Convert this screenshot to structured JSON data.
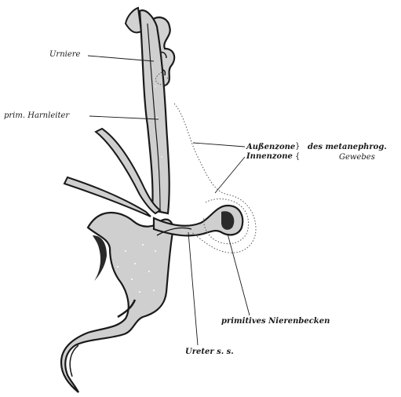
{
  "labels": {
    "urniere": "Urniere",
    "prim_harnleiter": "prim. Harnleiter",
    "aussenzone": "Außenzone",
    "innenzone": "Innenzone",
    "des_metanephrog": "des metanephrog.",
    "gewebes": "Gewebes",
    "primitives_nierenbecken": "primitives Nierenbecken",
    "ureter": "Ureter s. s."
  },
  "colors": {
    "ink": "#1a1a1a",
    "tissue": "#cfcfcf",
    "dark": "#2a2a2a"
  }
}
